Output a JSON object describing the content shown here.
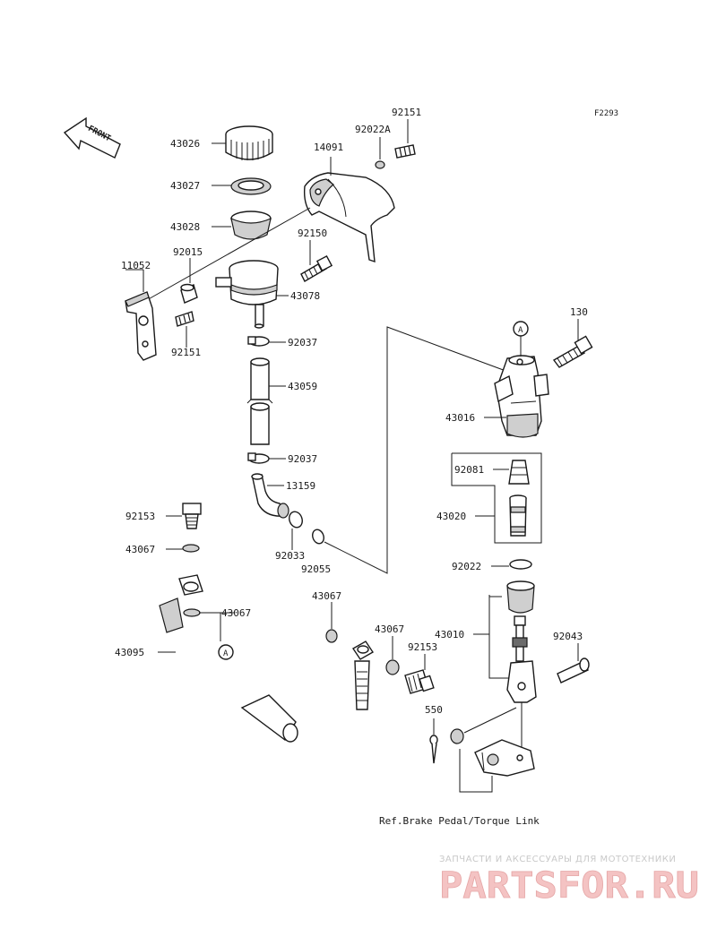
{
  "diagram_code": "F2293",
  "front_label": "FRONT",
  "callout_letter": "A",
  "reference_note": "Ref.Brake Pedal/Torque Link",
  "watermark": {
    "tagline": "ЗАПЧАСТИ И АКСЕССУАРЫ ДЛЯ МОТОТЕХНИКИ",
    "brand": "PARTSFOR.RU"
  },
  "parts": {
    "p43026": "43026",
    "p43027": "43027",
    "p43028": "43028",
    "p14091": "14091",
    "p92022A": "92022A",
    "p92151_top": "92151",
    "p92150": "92150",
    "p11052": "11052",
    "p92015": "92015",
    "p43078": "43078",
    "p92151_left": "92151",
    "p92037_a": "92037",
    "p43059": "43059",
    "p92037_b": "92037",
    "p13159": "13159",
    "p92153_left": "92153",
    "p92033": "92033",
    "p92055": "92055",
    "p43067_a": "43067",
    "p43067_b": "43067",
    "p43095": "43095",
    "p43067_c": "43067",
    "p43067_d": "43067",
    "p92153_mid": "92153",
    "p550": "550",
    "p130": "130",
    "p43016": "43016",
    "p92081": "92081",
    "p43020": "43020",
    "p92022": "92022",
    "p43010": "43010",
    "p92043": "92043"
  }
}
